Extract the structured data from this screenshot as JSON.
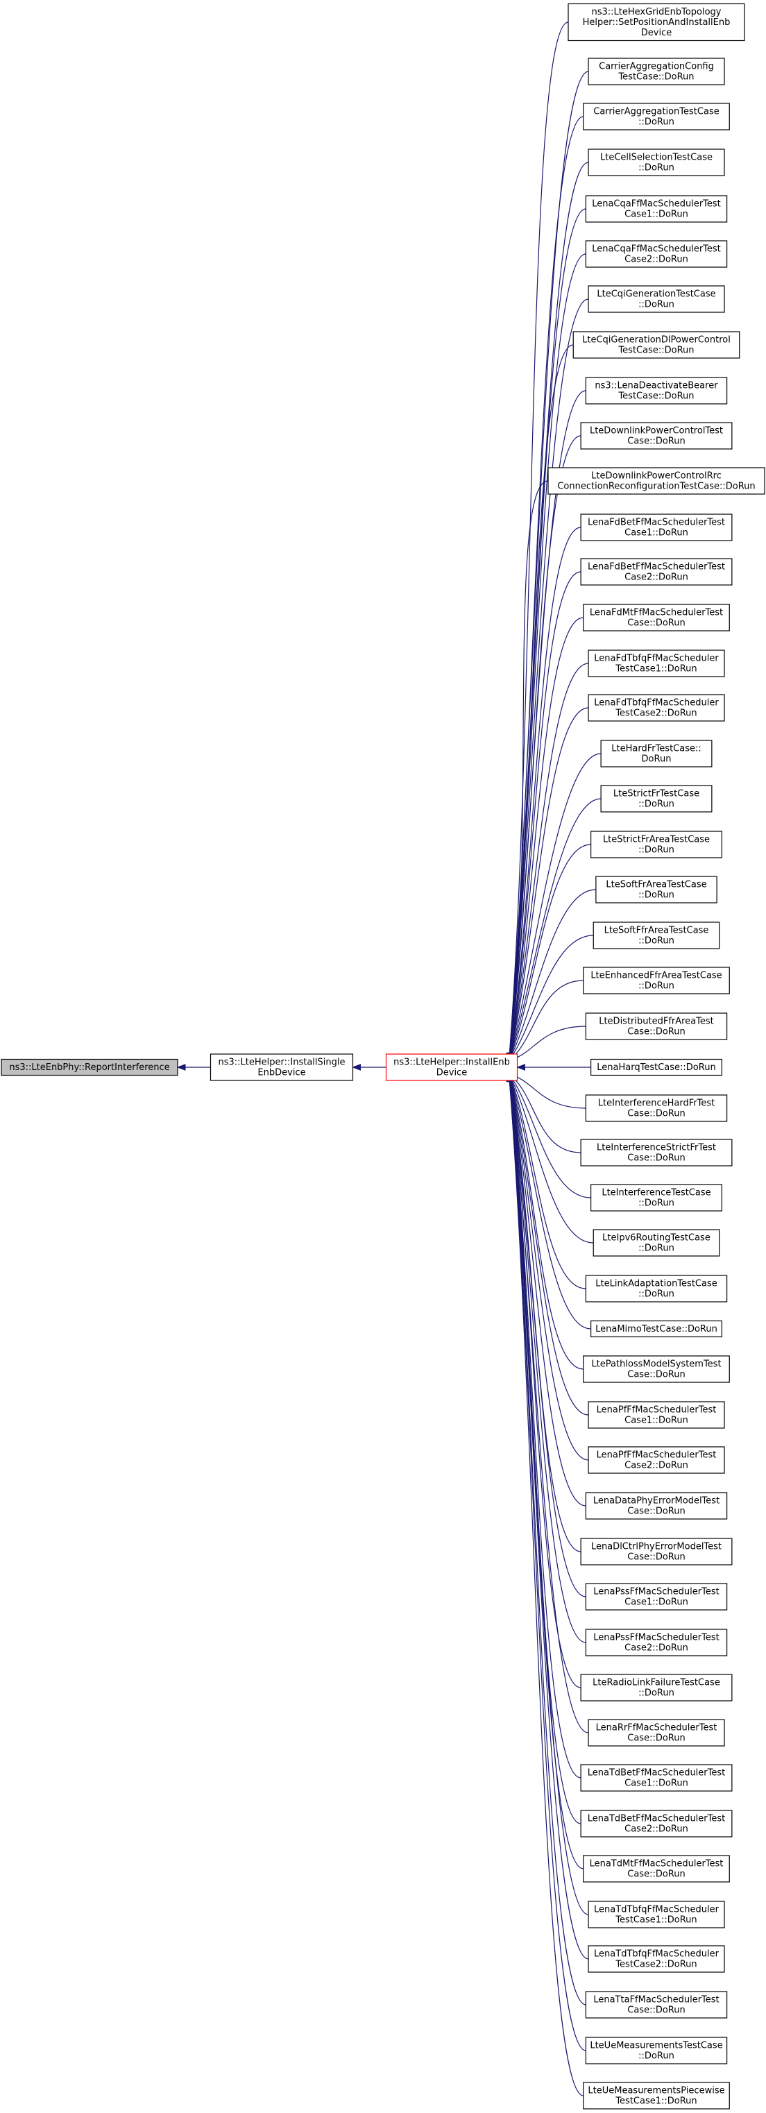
{
  "colors": {
    "edge": "#191970",
    "focus_border": "#ff0000",
    "current_fill": "#bfbfbf",
    "node_border": "#000000",
    "background": "#ffffff"
  },
  "nodes": {
    "report_interference": {
      "lines": [
        "ns3::LteEnbPhy::ReportInterference"
      ]
    },
    "install_single_enb": {
      "lines": [
        "ns3::LteHelper::InstallSingle",
        "EnbDevice"
      ]
    },
    "install_enb_device": {
      "lines": [
        "ns3::LteHelper::InstallEnb",
        "Device"
      ]
    }
  },
  "callers": [
    {
      "lines": [
        "ns3::LteHexGridEnbTopology",
        "Helper::SetPositionAndInstallEnb",
        "Device"
      ]
    },
    {
      "lines": [
        "CarrierAggregationConfig",
        "TestCase::DoRun"
      ]
    },
    {
      "lines": [
        "CarrierAggregationTestCase",
        "::DoRun"
      ]
    },
    {
      "lines": [
        "LteCellSelectionTestCase",
        "::DoRun"
      ]
    },
    {
      "lines": [
        "LenaCqaFfMacSchedulerTest",
        "Case1::DoRun"
      ]
    },
    {
      "lines": [
        "LenaCqaFfMacSchedulerTest",
        "Case2::DoRun"
      ]
    },
    {
      "lines": [
        "LteCqiGenerationTestCase",
        "::DoRun"
      ]
    },
    {
      "lines": [
        "LteCqiGenerationDlPowerControl",
        "TestCase::DoRun"
      ]
    },
    {
      "lines": [
        "ns3::LenaDeactivateBearer",
        "TestCase::DoRun"
      ]
    },
    {
      "lines": [
        "LteDownlinkPowerControlTest",
        "Case::DoRun"
      ]
    },
    {
      "lines": [
        "LteDownlinkPowerControlRrc",
        "ConnectionReconfigurationTestCase::DoRun"
      ]
    },
    {
      "lines": [
        "LenaFdBetFfMacSchedulerTest",
        "Case1::DoRun"
      ]
    },
    {
      "lines": [
        "LenaFdBetFfMacSchedulerTest",
        "Case2::DoRun"
      ]
    },
    {
      "lines": [
        "LenaFdMtFfMacSchedulerTest",
        "Case::DoRun"
      ]
    },
    {
      "lines": [
        "LenaFdTbfqFfMacScheduler",
        "TestCase1::DoRun"
      ]
    },
    {
      "lines": [
        "LenaFdTbfqFfMacScheduler",
        "TestCase2::DoRun"
      ]
    },
    {
      "lines": [
        "LteHardFrTestCase::",
        "DoRun"
      ]
    },
    {
      "lines": [
        "LteStrictFrTestCase",
        "::DoRun"
      ]
    },
    {
      "lines": [
        "LteStrictFrAreaTestCase",
        "::DoRun"
      ]
    },
    {
      "lines": [
        "LteSoftFrAreaTestCase",
        "::DoRun"
      ]
    },
    {
      "lines": [
        "LteSoftFfrAreaTestCase",
        "::DoRun"
      ]
    },
    {
      "lines": [
        "LteEnhancedFfrAreaTestCase",
        "::DoRun"
      ]
    },
    {
      "lines": [
        "LteDistributedFfrAreaTest",
        "Case::DoRun"
      ]
    },
    {
      "lines": [
        "LenaHarqTestCase::DoRun"
      ]
    },
    {
      "lines": [
        "LteInterferenceHardFrTest",
        "Case::DoRun"
      ]
    },
    {
      "lines": [
        "LteInterferenceStrictFrTest",
        "Case::DoRun"
      ]
    },
    {
      "lines": [
        "LteInterferenceTestCase",
        "::DoRun"
      ]
    },
    {
      "lines": [
        "LteIpv6RoutingTestCase",
        "::DoRun"
      ]
    },
    {
      "lines": [
        "LteLinkAdaptationTestCase",
        "::DoRun"
      ]
    },
    {
      "lines": [
        "LenaMimoTestCase::DoRun"
      ]
    },
    {
      "lines": [
        "LtePathlossModelSystemTest",
        "Case::DoRun"
      ]
    },
    {
      "lines": [
        "LenaPfFfMacSchedulerTest",
        "Case1::DoRun"
      ]
    },
    {
      "lines": [
        "LenaPfFfMacSchedulerTest",
        "Case2::DoRun"
      ]
    },
    {
      "lines": [
        "LenaDataPhyErrorModelTest",
        "Case::DoRun"
      ]
    },
    {
      "lines": [
        "LenaDlCtrlPhyErrorModelTest",
        "Case::DoRun"
      ]
    },
    {
      "lines": [
        "LenaPssFfMacSchedulerTest",
        "Case1::DoRun"
      ]
    },
    {
      "lines": [
        "LenaPssFfMacSchedulerTest",
        "Case2::DoRun"
      ]
    },
    {
      "lines": [
        "LteRadioLinkFailureTestCase",
        "::DoRun"
      ]
    },
    {
      "lines": [
        "LenaRrFfMacSchedulerTest",
        "Case::DoRun"
      ]
    },
    {
      "lines": [
        "LenaTdBetFfMacSchedulerTest",
        "Case1::DoRun"
      ]
    },
    {
      "lines": [
        "LenaTdBetFfMacSchedulerTest",
        "Case2::DoRun"
      ]
    },
    {
      "lines": [
        "LenaTdMtFfMacSchedulerTest",
        "Case::DoRun"
      ]
    },
    {
      "lines": [
        "LenaTdTbfqFfMacScheduler",
        "TestCase1::DoRun"
      ]
    },
    {
      "lines": [
        "LenaTdTbfqFfMacScheduler",
        "TestCase2::DoRun"
      ]
    },
    {
      "lines": [
        "LenaTtaFfMacSchedulerTest",
        "Case::DoRun"
      ]
    },
    {
      "lines": [
        "LteUeMeasurementsTestCase",
        "::DoRun"
      ]
    },
    {
      "lines": [
        "LteUeMeasurementsPiecewise",
        "TestCase1::DoRun"
      ]
    }
  ]
}
